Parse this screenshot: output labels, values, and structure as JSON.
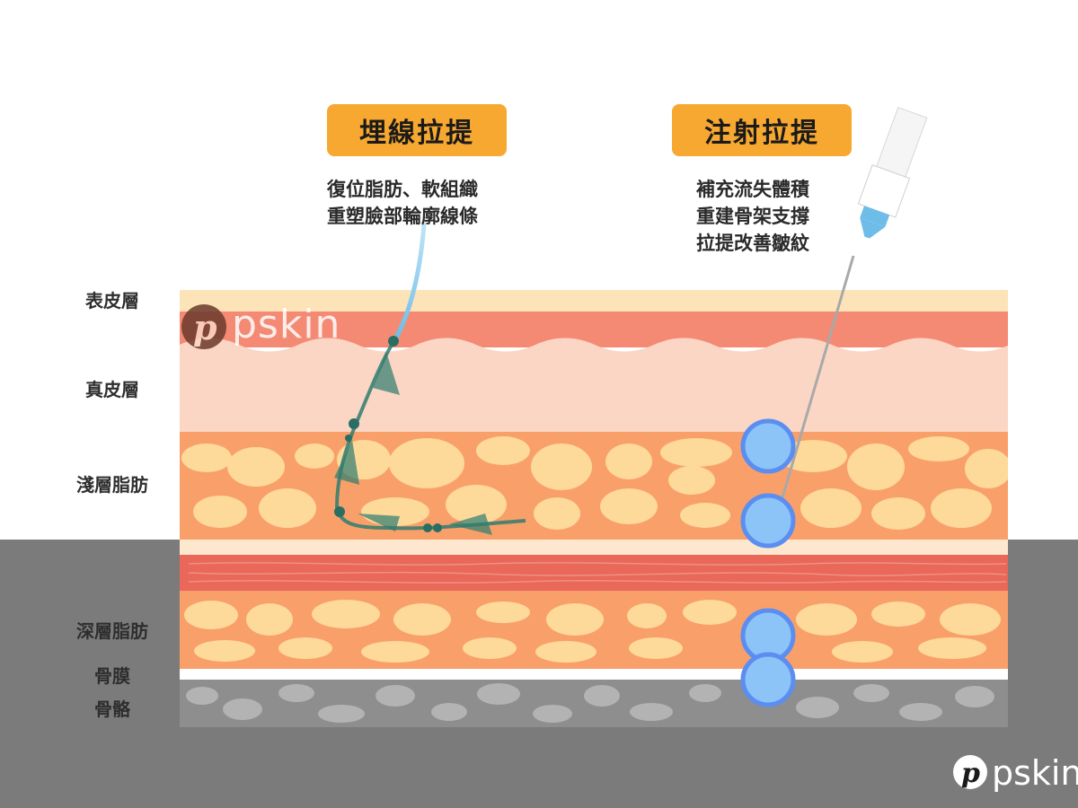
{
  "methods": {
    "thread": {
      "title": "埋線拉提",
      "lines": [
        "復位脂肪、軟組織",
        "重塑臉部輪廓線條"
      ]
    },
    "injection": {
      "title": "注射拉提",
      "lines": [
        "補充流失體積",
        "重建骨架支撐",
        "拉提改善皺紋"
      ]
    }
  },
  "layers": {
    "epidermis": "表皮層",
    "dermis": "真皮層",
    "superficial_fat": "淺層脂肪",
    "deep_fat": "深層脂肪",
    "periosteum": "骨膜",
    "bone": "骨骼"
  },
  "brand": {
    "watermark": "pskin",
    "logo": "pskin"
  },
  "colors": {
    "badge": "#f7a830",
    "epidermis": "#fde3b8",
    "dermis_red": "#f48a74",
    "dermis": "#fbd6c4",
    "fat": "#f9a06a",
    "fat_cell": "#fdd99a",
    "muscle": "#e9685a",
    "bone": "#8e8e8e",
    "filler": "#8cc4f7",
    "filler_ring": "#5b8ef0",
    "thread": "#2f7d70",
    "lower_background": "#7b7b7b"
  }
}
